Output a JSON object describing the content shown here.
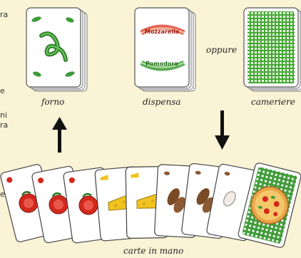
{
  "left_text_fragments": [
    "ra",
    "e",
    "ni",
    "ra",
    "e"
  ],
  "labels": {
    "forno": "forno",
    "dispensa": "dispensa",
    "oppure": "oppure",
    "cameriere": "cameriere",
    "hand": "carte in mano"
  },
  "dispensa_card_text": [
    "Mozzarella",
    "Pomodoro"
  ],
  "hand_cards": [
    "pomodoro",
    "pomodoro",
    "pomodoro",
    "formaggio",
    "formaggio",
    "funghi",
    "funghi",
    "funghi",
    "pizza"
  ],
  "colors": {
    "background": "#fbf3d6",
    "card_back_green": "#46a836",
    "tomato_red": "#d4281c",
    "cheese_yellow": "#f1c320",
    "mushroom_brown": "#7a4a26",
    "basil_green": "#3f9b3a"
  }
}
